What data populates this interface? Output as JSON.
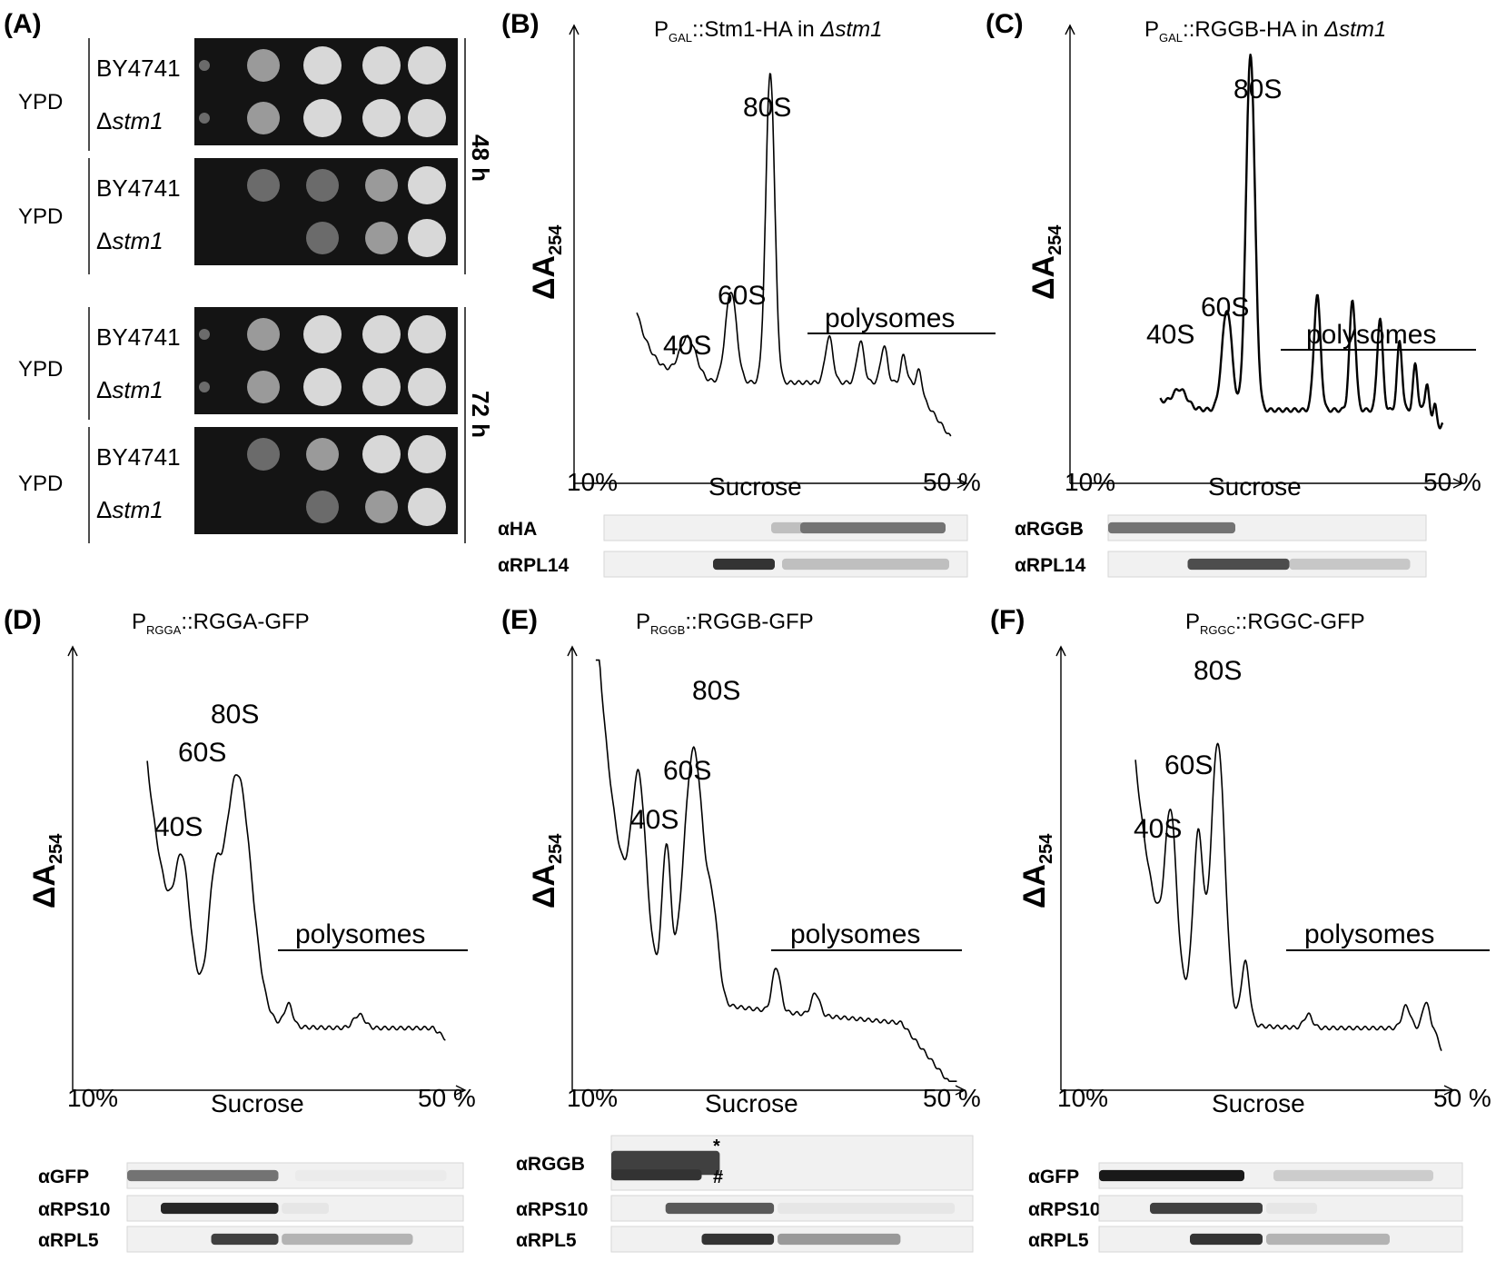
{
  "panel_A": {
    "label": "(A)",
    "media": [
      "YPD",
      "YPD",
      "YPD",
      "YPD"
    ],
    "rows": [
      {
        "strain": "BY4741",
        "delta": false
      },
      {
        "strain": "stm1",
        "delta": true
      },
      {
        "strain": "BY4741",
        "delta": false
      },
      {
        "strain": "stm1",
        "delta": true
      },
      {
        "strain": "BY4741",
        "delta": false
      },
      {
        "strain": "stm1",
        "delta": true
      },
      {
        "strain": "BY4741",
        "delta": false
      },
      {
        "strain": "stm1",
        "delta": true
      }
    ],
    "times": [
      "48 h",
      "72 h"
    ],
    "delta_symbol": "Δ"
  },
  "profiles": [
    {
      "label": "(B)",
      "title_main": "P",
      "title_sub": "GAL",
      "title_rest": "::Stm1-HA in ",
      "title_italic": "Δstm1",
      "ylabel": "ΔA",
      "ylabel_sub": "254",
      "xlabel": "Sucrose",
      "x_left": "10%",
      "x_right": "50 %",
      "peaks": {
        "p40": "40S",
        "p60": "60S",
        "p80": "80S",
        "poly": "polysomes"
      },
      "blots": [
        {
          "label": "αHA"
        },
        {
          "label": "αRPL14"
        }
      ]
    },
    {
      "label": "(C)",
      "title_main": "P",
      "title_sub": "GAL",
      "title_rest": "::RGGB-HA in ",
      "title_italic": "Δstm1",
      "ylabel": "ΔA",
      "ylabel_sub": "254",
      "xlabel": "Sucrose",
      "x_left": "10%",
      "x_right": "50 %",
      "peaks": {
        "p40": "40S",
        "p60": "60S",
        "p80": "80S",
        "poly": "polysomes"
      },
      "blots": [
        {
          "label": "αRGGB"
        },
        {
          "label": "αRPL14"
        }
      ]
    },
    {
      "label": "(D)",
      "title_main": "P",
      "title_sub": "RGGA",
      "title_rest": "::RGGA-GFP",
      "title_italic": "",
      "ylabel": "ΔA",
      "ylabel_sub": "254",
      "xlabel": "Sucrose",
      "x_left": "10%",
      "x_right": "50 %",
      "peaks": {
        "p40": "40S",
        "p60": "60S",
        "p80": "80S",
        "poly": "polysomes"
      },
      "blots": [
        {
          "label": "αGFP"
        },
        {
          "label": "αRPS10"
        },
        {
          "label": "αRPL5"
        }
      ]
    },
    {
      "label": "(E)",
      "title_main": "P",
      "title_sub": "RGGB",
      "title_rest": "::RGGB-GFP",
      "title_italic": "",
      "ylabel": "ΔA",
      "ylabel_sub": "254",
      "xlabel": "Sucrose",
      "x_left": "10%",
      "x_right": "50 %",
      "peaks": {
        "p40": "40S",
        "p60": "60S",
        "p80": "80S",
        "poly": "polysomes"
      },
      "blots": [
        {
          "label": "αRGGB"
        },
        {
          "label": "αRPS10"
        },
        {
          "label": "αRPL5"
        }
      ],
      "marks": {
        "star": "*",
        "hash": "#"
      }
    },
    {
      "label": "(F)",
      "title_main": "P",
      "title_sub": "RGGC",
      "title_rest": "::RGGC-GFP",
      "title_italic": "",
      "ylabel": "ΔA",
      "ylabel_sub": "254",
      "xlabel": "Sucrose",
      "x_left": "10%",
      "x_right": "50 %",
      "peaks": {
        "p40": "40S",
        "p60": "60S",
        "p80": "80S",
        "poly": "polysomes"
      },
      "blots": [
        {
          "label": "αGFP"
        },
        {
          "label": "αRPS10"
        },
        {
          "label": "αRPL5"
        }
      ]
    }
  ]
}
